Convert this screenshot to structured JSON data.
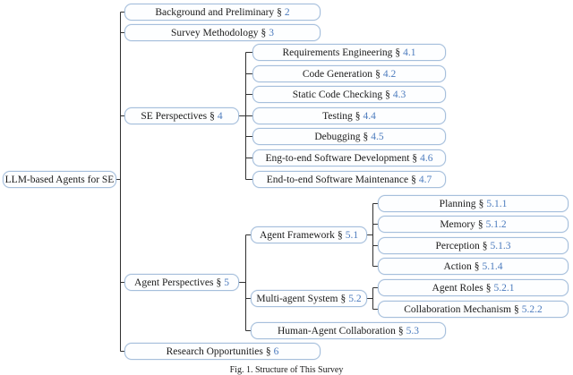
{
  "figure_caption": "Fig. 1. Structure of This Survey",
  "section_symbol": "§",
  "colors": {
    "box_border": "#a6bfdc",
    "box_fill": "#fdfeff",
    "connector": "#303030",
    "text": "#1a1a1a",
    "section_number": "#4d7cbe"
  },
  "tree": {
    "root": {
      "label": "LLM-based Agents for SE",
      "children": [
        {
          "label": "Background and Preliminary",
          "section": "2"
        },
        {
          "label": "Survey Methodology",
          "section": "3"
        },
        {
          "label": "SE Perspectives",
          "section": "4",
          "children": [
            {
              "label": "Requirements Engineering",
              "section": "4.1"
            },
            {
              "label": "Code Generation",
              "section": "4.2"
            },
            {
              "label": "Static Code Checking",
              "section": "4.3"
            },
            {
              "label": "Testing",
              "section": "4.4"
            },
            {
              "label": "Debugging",
              "section": "4.5"
            },
            {
              "label": "Eng-to-end Software Development",
              "section": "4.6"
            },
            {
              "label": "End-to-end Software Maintenance",
              "section": "4.7"
            }
          ]
        },
        {
          "label": "Agent Perspectives",
          "section": "5",
          "children": [
            {
              "label": "Agent Framework",
              "section": "5.1",
              "children": [
                {
                  "label": "Planning",
                  "section": "5.1.1"
                },
                {
                  "label": "Memory",
                  "section": "5.1.2"
                },
                {
                  "label": "Perception",
                  "section": "5.1.3"
                },
                {
                  "label": "Action",
                  "section": "5.1.4"
                }
              ]
            },
            {
              "label": "Multi-agent System",
              "section": "5.2",
              "children": [
                {
                  "label": "Agent Roles",
                  "section": "5.2.1"
                },
                {
                  "label": "Collaboration Mechanism",
                  "section": "5.2.2"
                }
              ]
            },
            {
              "label": "Human-Agent Collaboration",
              "section": "5.3"
            }
          ]
        },
        {
          "label": "Research Opportunities",
          "section": "6"
        }
      ]
    }
  }
}
